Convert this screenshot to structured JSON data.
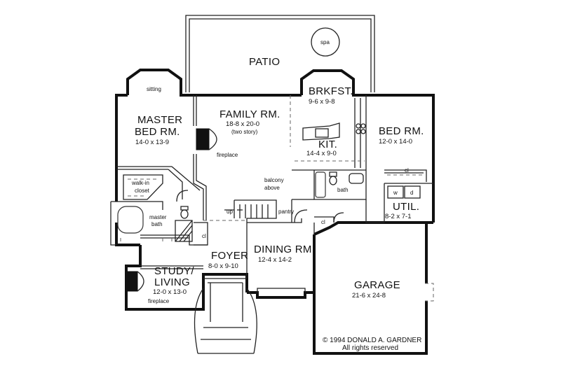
{
  "rooms": {
    "patio": "PATIO",
    "spa": "spa",
    "sitting": "sitting",
    "master_bed": {
      "line1": "MASTER",
      "line2": "BED RM.",
      "dim": "14-0 x 13-9"
    },
    "family": {
      "name": "FAMILY RM.",
      "dim": "18-8 x 20-0",
      "note": "(two story)"
    },
    "fireplace_family": "fireplace",
    "brkfst": {
      "name": "BRKFST.",
      "dim": "9-6 x 9-8"
    },
    "kit": {
      "name": "KIT.",
      "dim": "14-4 x 9-0"
    },
    "bed": {
      "name": "BED RM.",
      "dim": "12-0 x 14-0"
    },
    "walkin": {
      "line1": "walk-in",
      "line2": "closet"
    },
    "master_bath": {
      "line1": "master",
      "line2": "bath"
    },
    "balcony": {
      "line1": "balcony",
      "line2": "above"
    },
    "bath": "bath",
    "cl_bed": "cl",
    "washer": "w",
    "dryer": "d",
    "util": {
      "name": "UTIL.",
      "dim": "8-2 x 7-1"
    },
    "up": "up",
    "pantry": "pantry",
    "cl_master": "cl",
    "cl_dining": "cl",
    "foyer": {
      "name": "FOYER",
      "dim": "8-0 x 9-10"
    },
    "dining": {
      "name": "DINING RM.",
      "dim": "12-4 x 14-2"
    },
    "study": {
      "line1": "STUDY/",
      "line2": "LIVING",
      "dim": "12-0 x 13-0"
    },
    "fireplace_study": "fireplace",
    "garage": {
      "name": "GARAGE",
      "dim": "21-6 x 24-8"
    }
  },
  "copyright": {
    "line1": "© 1994 DONALD A. GARDNER",
    "line2": "All rights reserved"
  }
}
